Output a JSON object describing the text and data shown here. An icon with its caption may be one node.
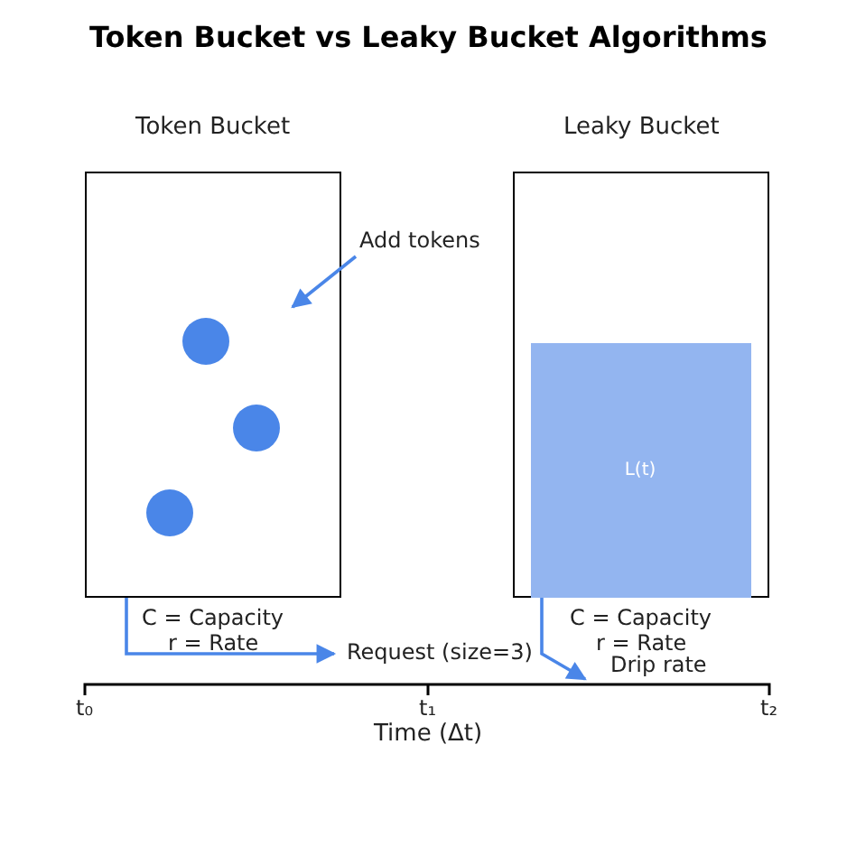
{
  "diagram": {
    "title": "Token Bucket vs Leaky Bucket Algorithms",
    "nodes": [
      {
        "text": [
          "Token Bucket"
        ],
        "beside": [
          "C = Capacity",
          "r = Rate"
        ]
      },
      {
        "text": [
          "Leaky Bucket"
        ],
        "beside": [
          "C = Capacity",
          "r = Rate"
        ]
      },
      {
        "text": [],
        "shape": "circle",
        "in": 0
      },
      {
        "text": [],
        "shape": "circle",
        "in": 0
      },
      {
        "text": [],
        "shape": "circle",
        "in": 0
      },
      {
        "text": [
          "L(t)"
        ],
        "in": 1
      },
      {
        "text": [
          "Add tokens"
        ]
      }
    ],
    "edges": [
      {
        "from": 6,
        "to": 0,
        "arrow": "to"
      },
      {
        "from": 0,
        "to": null,
        "arrow": "to",
        "label": "Request (size=3)"
      },
      {
        "from": 5,
        "to": null,
        "arrow": "to",
        "label": "Drip rate"
      }
    ],
    "labels": [
      "t₀",
      "t₁",
      "t₂",
      "Time (Δt)"
    ]
  }
}
